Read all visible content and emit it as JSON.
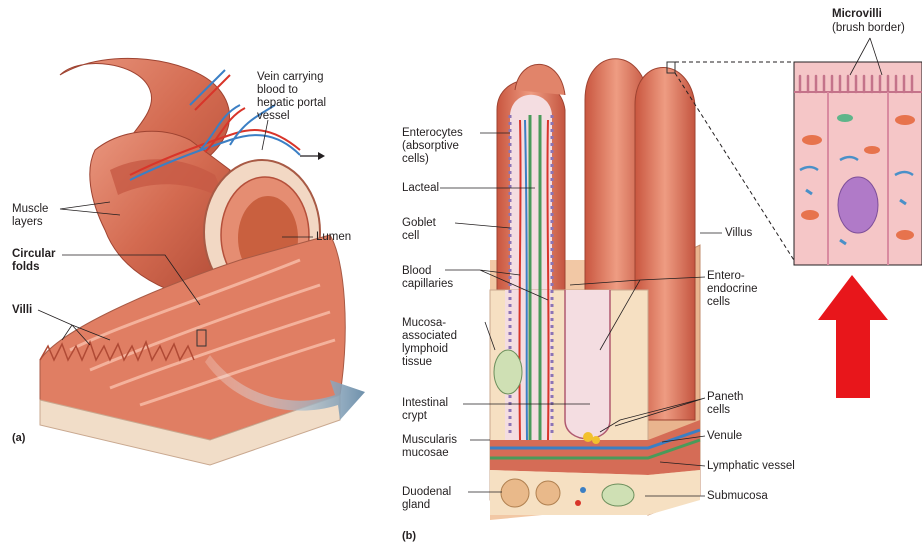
{
  "panel_a": {
    "letter": "(a)",
    "labels": {
      "vein": [
        "Vein carrying",
        "blood to",
        "hepatic portal",
        "vessel"
      ],
      "muscle_layers": [
        "Muscle",
        "layers"
      ],
      "circular_folds": [
        "Circular",
        "folds"
      ],
      "lumen": "Lumen",
      "villi": "Villi"
    }
  },
  "panel_b": {
    "letter": "(b)",
    "labels": {
      "enterocytes": [
        "Enterocytes",
        "(absorptive",
        "cells)"
      ],
      "lacteal": "Lacteal",
      "goblet": [
        "Goblet",
        "cell"
      ],
      "blood_capillaries": [
        "Blood",
        "capillaries"
      ],
      "malt": [
        "Mucosa-",
        "associated",
        "lymphoid",
        "tissue"
      ],
      "crypt": [
        "Intestinal",
        "crypt"
      ],
      "muscularis": [
        "Muscularis",
        "mucosae"
      ],
      "duodenal": [
        "Duodenal",
        "gland"
      ],
      "villus": "Villus",
      "enteroendocrine": [
        "Entero-",
        "endocrine",
        "cells"
      ],
      "paneth": [
        "Paneth",
        "cells"
      ],
      "venule": "Venule",
      "lymphatic": "Lymphatic vessel",
      "submucosa": "Submucosa"
    }
  },
  "inset": {
    "title": "Microvilli",
    "subtitle": "(brush border)"
  },
  "colors": {
    "tissue": "#d9735a",
    "tissue_dark": "#b5503b",
    "vein_blue": "#3b7fc4",
    "artery_red": "#d8352a",
    "lacteal_green": "#4a9a5a",
    "arrow_red": "#e8161b",
    "arrow_gray": "#7f9db5"
  }
}
